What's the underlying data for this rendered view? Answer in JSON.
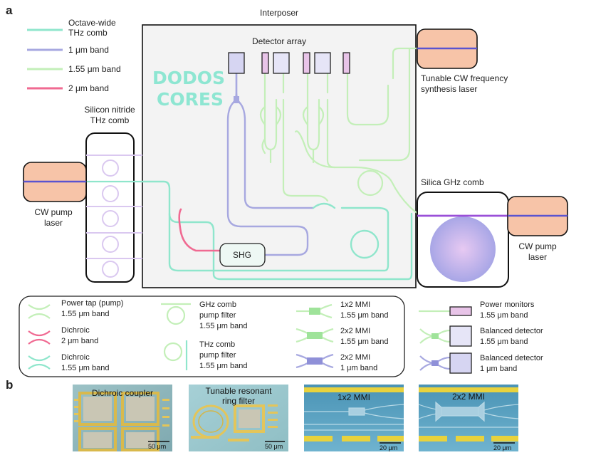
{
  "panels": {
    "a": "a",
    "b": "b"
  },
  "colors": {
    "thz": "#8fe6cc",
    "band1um": "#a7a8e0",
    "band155": "#c3efb8",
    "band2um": "#f06a92",
    "laser_fill": "#f7c4a8",
    "detector_fill": "#e6e5f7",
    "monitor_fill": "#e8c4e8",
    "ring_fill": "#c7b8ef",
    "logo": "#8ee6d2"
  },
  "top_legend": [
    {
      "line1": "Octave-wide",
      "line2": "THz comb",
      "color_key": "thz"
    },
    {
      "line1": "1 μm band",
      "line2": "",
      "color_key": "band1um"
    },
    {
      "line1": "1.55 μm band",
      "line2": "",
      "color_key": "band155"
    },
    {
      "line1": "2 μm band",
      "line2": "",
      "color_key": "band2um"
    }
  ],
  "diagram": {
    "interposer": "Interposer",
    "detector_array": "Detector array",
    "logo_line1": "DODOS",
    "logo_line2": "CORES",
    "thz_comb_line1": "Silicon nitride",
    "thz_comb_line2": "THz comb",
    "cw_pump_left_line1": "CW pump",
    "cw_pump_left_line2": "laser",
    "tunable_line1": "Tunable CW frequency",
    "tunable_line2": "synthesis laser",
    "ghz_comb": "Silica GHz comb",
    "cw_pump_right_line1": "CW pump",
    "cw_pump_right_line2": "laser",
    "shg": "SHG"
  },
  "bottom_legend": [
    {
      "icon": "power-tap",
      "line1": "Power tap (pump)",
      "line2": "1.55 μm band",
      "line3": ""
    },
    {
      "icon": "dichroic-2um",
      "line1": "Dichroic",
      "line2": "2 μm band",
      "line3": ""
    },
    {
      "icon": "dichroic-155",
      "line1": "Dichroic",
      "line2": "1.55 μm band",
      "line3": ""
    },
    {
      "icon": "ghz-filter",
      "line1": "GHz comb",
      "line2": "pump filter",
      "line3": "1.55 μm band"
    },
    {
      "icon": "thz-filter",
      "line1": "THz comb",
      "line2": "pump filter",
      "line3": "1.55 μm band"
    },
    {
      "icon": "mmi-1x2",
      "line1": "1x2 MMI",
      "line2": "1.55 μm band",
      "line3": ""
    },
    {
      "icon": "mmi-2x2-155",
      "line1": "2x2 MMI",
      "line2": "1.55 μm band",
      "line3": ""
    },
    {
      "icon": "mmi-2x2-1um",
      "line1": "2x2 MMI",
      "line2": "1 μm band",
      "line3": ""
    },
    {
      "icon": "power-monitor",
      "line1": "Power monitors",
      "line2": "1.55 μm band",
      "line3": ""
    },
    {
      "icon": "bal-det-155",
      "line1": "Balanced detector",
      "line2": "1.55 μm band",
      "line3": ""
    },
    {
      "icon": "bal-det-1um",
      "line1": "Balanced detector",
      "line2": "1 μm band",
      "line3": ""
    }
  ],
  "micrographs": [
    {
      "title": "Dichroic coupler",
      "title2": "",
      "scale": "50 μm"
    },
    {
      "title": "Tunable resonant",
      "title2": "ring filter",
      "scale": "50 μm"
    },
    {
      "title": "1x2 MMI",
      "title2": "",
      "scale": "20 μm"
    },
    {
      "title": "2x2 MMI",
      "title2": "",
      "scale": "20 μm"
    }
  ]
}
